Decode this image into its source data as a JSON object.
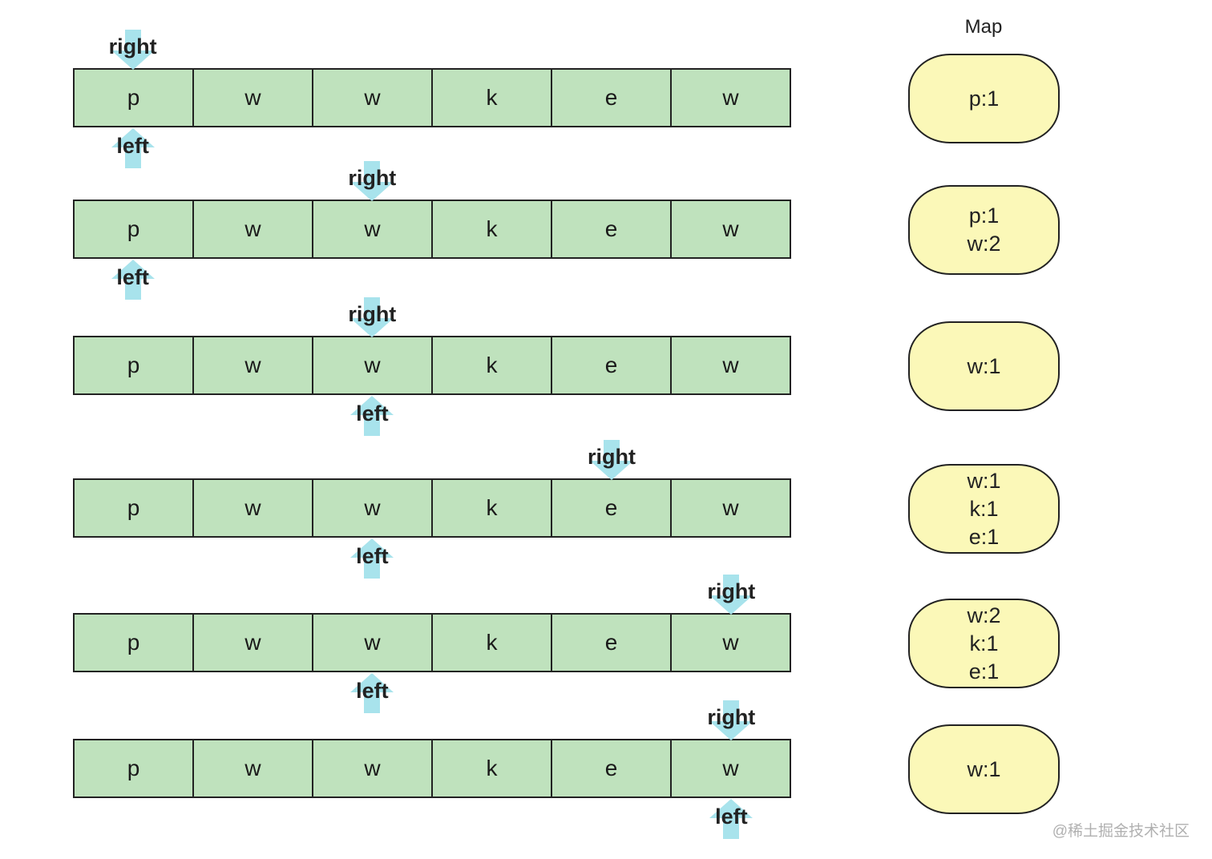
{
  "map_title": "Map",
  "steps": [
    {
      "cells": [
        "p",
        "w",
        "w",
        "k",
        "e",
        "w"
      ],
      "right": {
        "label": "right",
        "index": 0
      },
      "left": {
        "label": "left",
        "index": 0
      },
      "map": [
        "p:1"
      ]
    },
    {
      "cells": [
        "p",
        "w",
        "w",
        "k",
        "e",
        "w"
      ],
      "right": {
        "label": "right",
        "index": 2
      },
      "left": {
        "label": "left",
        "index": 0
      },
      "map": [
        "p:1",
        "w:2"
      ]
    },
    {
      "cells": [
        "p",
        "w",
        "w",
        "k",
        "e",
        "w"
      ],
      "right": {
        "label": "right",
        "index": 2
      },
      "left": {
        "label": "left",
        "index": 2
      },
      "map": [
        "w:1"
      ]
    },
    {
      "cells": [
        "p",
        "w",
        "w",
        "k",
        "e",
        "w"
      ],
      "right": {
        "label": "right",
        "index": 4
      },
      "left": {
        "label": "left",
        "index": 2
      },
      "map": [
        "w:1",
        "k:1",
        "e:1"
      ]
    },
    {
      "cells": [
        "p",
        "w",
        "w",
        "k",
        "e",
        "w"
      ],
      "right": {
        "label": "right",
        "index": 5
      },
      "left": {
        "label": "left",
        "index": 2
      },
      "map": [
        "w:2",
        "k:1",
        "e:1"
      ]
    },
    {
      "cells": [
        "p",
        "w",
        "w",
        "k",
        "e",
        "w"
      ],
      "right": {
        "label": "right",
        "index": 5
      },
      "left": {
        "label": "left",
        "index": 5
      },
      "map": [
        "w:1"
      ]
    }
  ],
  "watermark": "@稀土掘金技术社区",
  "colors": {
    "cell_fill": "#bfe2bd",
    "arrow": "#a8e3ec",
    "map_fill": "#fbf8b8",
    "border": "#222222"
  }
}
